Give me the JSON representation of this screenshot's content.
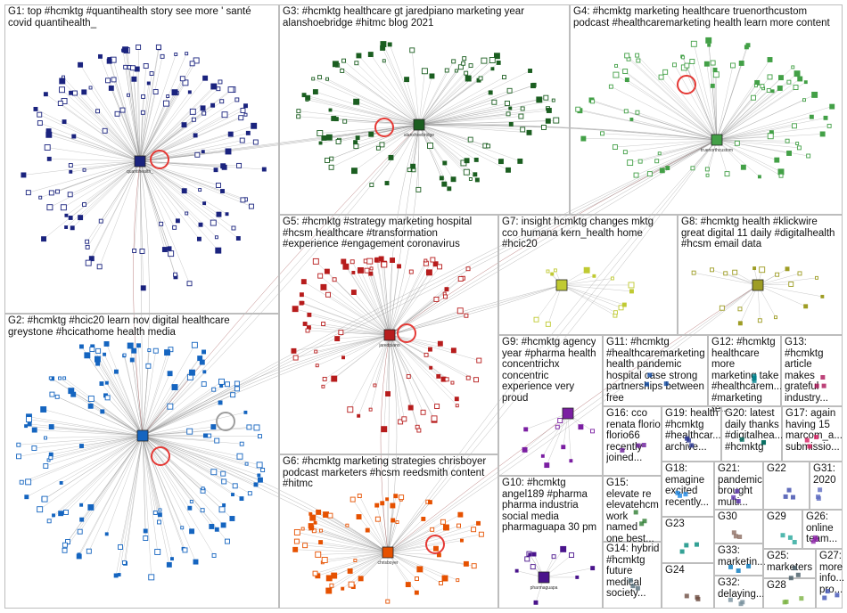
{
  "groups": [
    {
      "id": "g1",
      "label": "G1: top #hcmktg #quantihealth story see more ' santé\ncovid quantihealth_",
      "color": "#1a237e"
    },
    {
      "id": "g2",
      "label": "G2: #hcmktg #hcic20 learn nov digital healthcare\ngreystone #hcicathome health media",
      "color": "#1565c0"
    },
    {
      "id": "g3",
      "label": "G3: #hcmktg healthcare gt jaredpiano marketing year\nalanshoebridge #hitmc blog 2021",
      "color": "#1b5e20"
    },
    {
      "id": "g4",
      "label": "G4: #hcmktg marketing healthcare truenorthcustom\npodcast #healthcaremarketing health learn more content",
      "color": "#43a047"
    },
    {
      "id": "g5",
      "label": "G5: #hcmktg #strategy marketing hospital\n#hcsm healthcare #transformation\n#experience #engagement coronavirus",
      "color": "#b71c1c"
    },
    {
      "id": "g6",
      "label": "G6: #hcmktg marketing strategies chrisboyer\npodcast marketers #hcsm reedsmith content\n#hitmc",
      "color": "#e65100"
    },
    {
      "id": "g7",
      "label": "G7: insight hcmktg changes mktg\ncco humana kern_health home\n#hcic20",
      "color": "#c0ca33"
    },
    {
      "id": "g8",
      "label": "G8: #hcmktg health #klickwire\ngreat digital 11 daily #digitalhealth\n#hcsm email data",
      "color": "#9e9d24"
    },
    {
      "id": "g9",
      "label": "G9: #hcmktg agency\nyear #pharma health\nconcentrichx\nconcentric\nexperience very\nproud",
      "color": "#7b1fa2"
    },
    {
      "id": "g10",
      "label": "G10: #hcmktg\nangel189 #pharma\npharma industria\nsocial media\npharmaguapa 30 pm",
      "color": "#4a148c"
    },
    {
      "id": "g11",
      "label": "G11: #hcmktg\n#healthcaremarketing\nhealth pandemic\nhospital case strong\npartnerships between\nfree",
      "color": "#0d47a1"
    },
    {
      "id": "g12",
      "label": "G12: #hcmktg\nhealthcare\nmore\nmarketing take\n#healthcarem...\n#marketing re...",
      "color": "#00838f"
    },
    {
      "id": "g13",
      "label": "G13:\n#hcmktg\narticle\nmakes\ngrateful\nindustry...",
      "color": "#ad1457"
    },
    {
      "id": "g14",
      "label": "G14: hybrid\n#hcmktg\nfuture\nmedical\nsociety...",
      "color": "#546e7a"
    },
    {
      "id": "g15",
      "label": "G15:\nelevate re\nelevatehcm\nwork named\none best...",
      "color": "#2e7d32"
    },
    {
      "id": "g16",
      "label": "G16: cco\nrenata florio\nflorio66\nrecently\njoined...",
      "color": "#6a1b9a"
    },
    {
      "id": "g17",
      "label": "G17: again\nhaving 15\nmarcom_a...\nsubmissio...",
      "color": "#d81b60"
    },
    {
      "id": "g18",
      "label": "G18:\nemagine\nexcited\nrecently...",
      "color": "#1e88e5"
    },
    {
      "id": "g19",
      "label": "G19: health\n#hcmktg\n#healthcar...\narchive...",
      "color": "#283593"
    },
    {
      "id": "g20",
      "label": "G20: latest\ndaily thanks\n#digitalhea...\n#hcmktg",
      "color": "#00695c"
    },
    {
      "id": "g21",
      "label": "G21:\npandemic\nbrought\nmulti...",
      "color": "#5e35b1"
    },
    {
      "id": "g22",
      "label": "G22",
      "color": "#3949ab"
    },
    {
      "id": "g23",
      "label": "G23",
      "color": "#00897b"
    },
    {
      "id": "g24",
      "label": "G24",
      "color": "#6d4c41"
    },
    {
      "id": "g25",
      "label": "G25:\nmarketers",
      "color": "#455a64"
    },
    {
      "id": "g26",
      "label": "G26:\nonline\nteam...",
      "color": "#8e24aa"
    },
    {
      "id": "g27",
      "label": "G27:\nmore\ninfo...\npro...",
      "color": "#3f51b5"
    },
    {
      "id": "g28",
      "label": "G28",
      "color": "#7cb342"
    },
    {
      "id": "g29",
      "label": "G29",
      "color": "#26a69a"
    },
    {
      "id": "g30",
      "label": "G30",
      "color": "#8d6e63"
    },
    {
      "id": "g31",
      "label": "G31:\n2020",
      "color": "#5c6bc0"
    },
    {
      "id": "g32",
      "label": "G32:\ndelaying...",
      "color": "#78909c"
    },
    {
      "id": "g33",
      "label": "G33:\nmarketin...",
      "color": "#0277bd"
    }
  ],
  "hub_labels": {
    "g1": "quantihealth_",
    "g3": "alanshoebridge",
    "g4": "truenorthcustom",
    "g5": "jaredpiano",
    "g6": "chrisboyer",
    "g10": "pharmaguapa"
  },
  "colors": {
    "edge": "#8c8c8c",
    "panel_border": "#bdbdbd",
    "self_loop": "#e53935"
  }
}
